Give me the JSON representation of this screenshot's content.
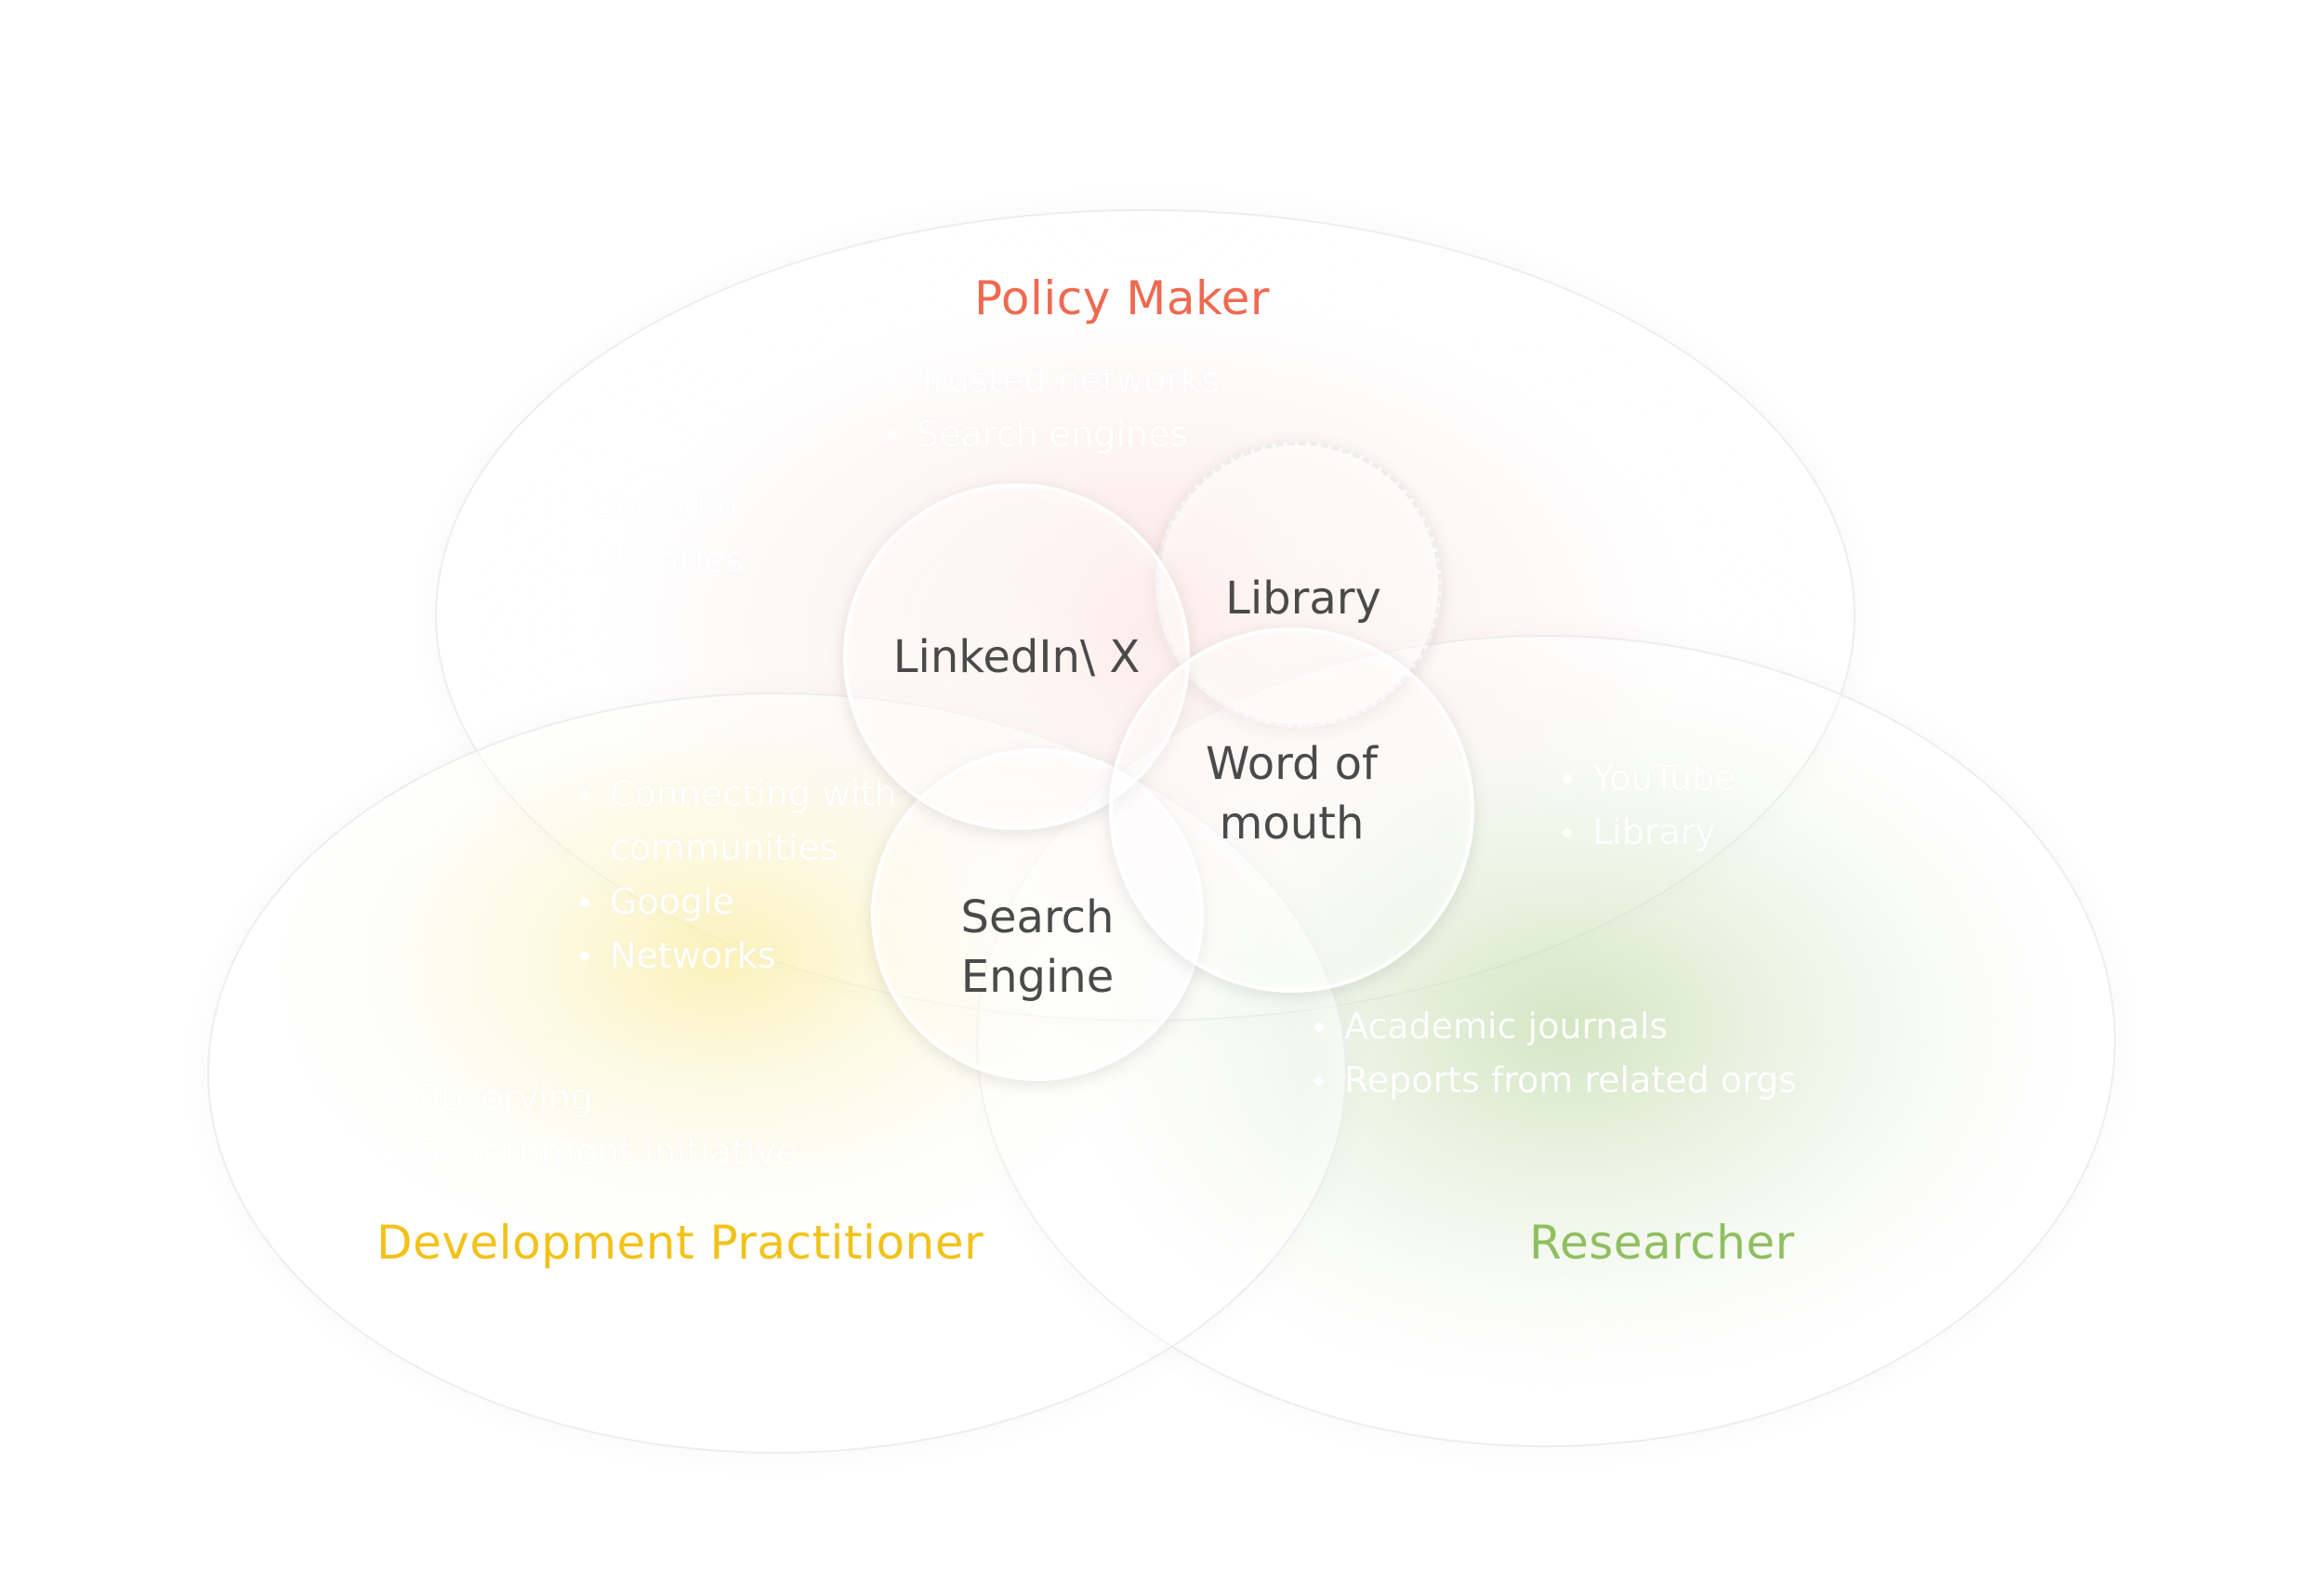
{
  "colors": {
    "policy_maker": "#ee6a50",
    "development_practitioner": "#f3c219",
    "researcher": "#8fbf5f",
    "channel_text": "#4a4a4a"
  },
  "personas": {
    "policy_maker": {
      "title": "Policy Maker",
      "bullets_top": [
        "Trusted networks",
        "Search engines"
      ],
      "bullets_left": [
        "Linkedin",
        "Libraries"
      ]
    },
    "development_practitioner": {
      "title": "Development Practitioner",
      "bullets_top": [
        "Connecting with communities",
        "Google",
        "Networks"
      ],
      "bullets_bottom": [
        "Observing",
        "Government initiative"
      ]
    },
    "researcher": {
      "title": "Researcher",
      "bullets_right": [
        "YouTube",
        "Library"
      ],
      "bullets_bottom": [
        "Academic journals",
        "Reports from related orgs"
      ]
    }
  },
  "channels": {
    "linkedin": "LinkedIn\\ X",
    "library": "Library",
    "word_of_mouth": "Word of mouth",
    "search_engine": "Search Engine"
  }
}
